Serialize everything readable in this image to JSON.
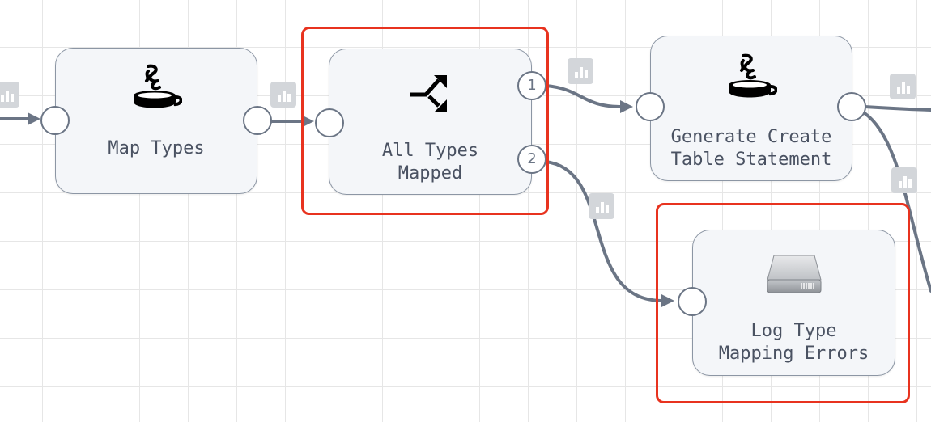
{
  "pipeline": {
    "nodes": [
      {
        "id": "map-types",
        "icon": "jolt-transform-icon",
        "label_lines": [
          "Map Types"
        ]
      },
      {
        "id": "all-types-mapped",
        "icon": "stream-selector-icon",
        "label_lines": [
          "All Types",
          "Mapped"
        ],
        "output_ports": [
          "1",
          "2"
        ]
      },
      {
        "id": "generate-create-table",
        "icon": "jolt-transform-icon",
        "label_lines": [
          "Generate Create",
          "Table Statement"
        ]
      },
      {
        "id": "log-type-mapping-errors",
        "icon": "disk-drive-icon",
        "label_lines": [
          "Log Type",
          "Mapping Errors"
        ]
      }
    ],
    "highlighted": [
      "all-types-mapped",
      "log-type-mapping-errors"
    ],
    "colors": {
      "link": "#6b7585",
      "port_border": "#6b7585",
      "highlight": "#e8331f",
      "node_bg": "#f4f6f9",
      "stats_badge": "#d3d6da"
    },
    "stats_icon": "bar-chart-icon"
  }
}
